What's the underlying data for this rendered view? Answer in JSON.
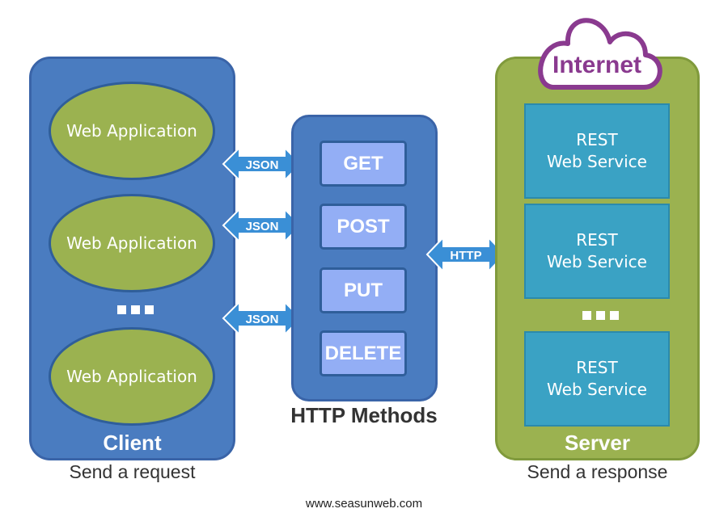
{
  "client": {
    "title": "Client",
    "caption": "Send a request",
    "apps": [
      "Web Application",
      "Web Application",
      "Web Application"
    ]
  },
  "connectors": {
    "json_label": "JSON",
    "http_label": "HTTP"
  },
  "methods": {
    "title": "HTTP Methods",
    "items": [
      "GET",
      "POST",
      "PUT",
      "DELETE"
    ]
  },
  "server": {
    "title": "Server",
    "caption": "Send a response",
    "cloud_label": "Internet",
    "services": [
      {
        "line1": "REST",
        "line2": "Web Service"
      },
      {
        "line1": "REST",
        "line2": "Web Service"
      },
      {
        "line1": "REST",
        "line2": "Web Service"
      }
    ]
  },
  "footer": "www.seasunweb.com",
  "colors": {
    "client_blue": "#4a7cc0",
    "app_green": "#9bb250",
    "method_blue": "#93aef5",
    "service_teal": "#3aa2c4",
    "arrow_blue": "#3a8fd6",
    "cloud_purple": "#8a3a8f"
  }
}
